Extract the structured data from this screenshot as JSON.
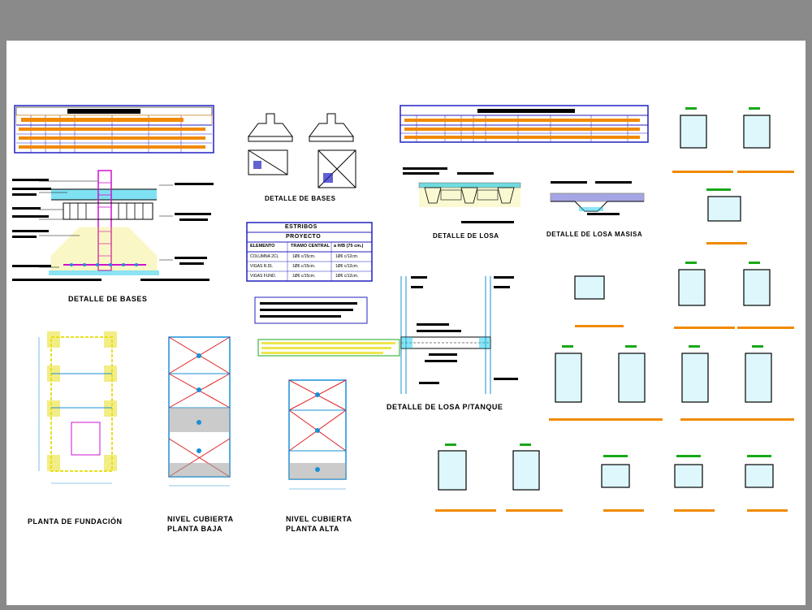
{
  "colors": {
    "background": "#8a8a8a",
    "sheet": "#ffffff",
    "line": "#000000",
    "dimension": "#1a8fd6",
    "hatch_cyan": "#18c8e8",
    "annotation_yellow": "#e8e020",
    "detail_orange": "#f08a00",
    "beam_red": "#e02020",
    "column_magenta": "#d010d0",
    "table_blue": "#2020c0",
    "note_green": "#18a818"
  },
  "titles": {
    "detalle_bases_main": "DETALLE DE BASES",
    "detalle_bases_small": "DETALLE DE BASES",
    "detalle_losa": "DETALLE DE LOSA",
    "detalle_losa_masisa": "DETALLE DE LOSA MASISA",
    "detalle_losa_tanque": "DETALLE DE LOSA P/TANQUE",
    "planta_fundacion": "PLANTA DE FUNDACIÓN",
    "nivel_cubierta_baja_1": "NIVEL CUBIERTA",
    "nivel_cubierta_baja_2": "PLANTA BAJA",
    "nivel_cubierta_alta_1": "NIVEL CUBIERTA",
    "nivel_cubierta_alta_2": "PLANTA ALTA"
  },
  "tables": {
    "estribos_title": "ESTRIBOS",
    "estribos_subtitle": "PROYECTO",
    "estribos_headers": [
      "ELEMENTO",
      "TRAMO CENTRAL",
      "a H/B (75 cm.)"
    ],
    "estribos_rows": [
      [
        "COLUMNA 2CL",
        "1Ø6 c/15cm.",
        "1Ø6 c/12cm."
      ],
      [
        "VIGAS R.DL",
        "1Ø6 c/15cm.",
        "1Ø6 c/12cm."
      ],
      [
        "VIGAS FUND.",
        "1Ø6 c/15cm.",
        "1Ø6 c/12cm."
      ]
    ]
  },
  "icons": {
    "column_section": "rectangle-section",
    "footing": "trapezoid-footing"
  }
}
